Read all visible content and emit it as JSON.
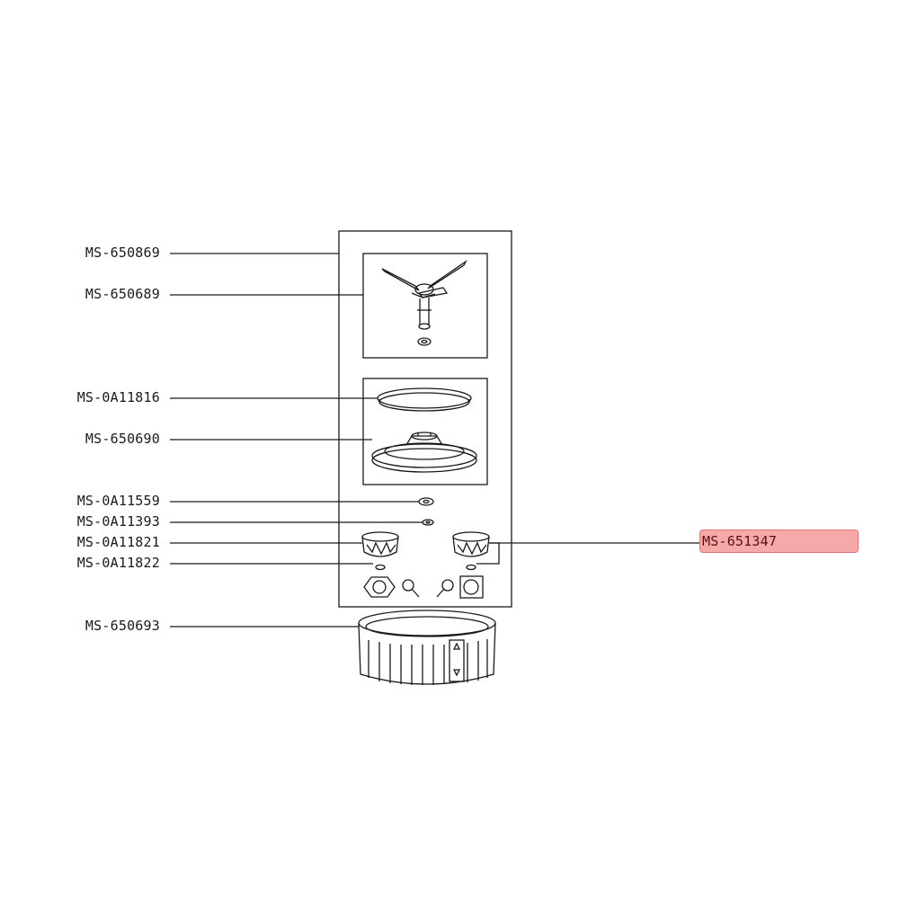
{
  "diagram": {
    "parts_left": [
      {
        "id": "MS-650869"
      },
      {
        "id": "MS-650689"
      },
      {
        "id": "MS-0A11816"
      },
      {
        "id": "MS-650690"
      },
      {
        "id": "MS-0A11559"
      },
      {
        "id": "MS-0A11393"
      },
      {
        "id": "MS-0A11821"
      },
      {
        "id": "MS-0A11822"
      },
      {
        "id": "MS-650693"
      }
    ],
    "highlighted_part": {
      "id": "MS-651347",
      "highlight_color": "#f7a8a8"
    },
    "colors": {
      "line": "#1a1a1a",
      "highlight": "#f7a8a8",
      "highlight_border": "#e07575"
    }
  }
}
